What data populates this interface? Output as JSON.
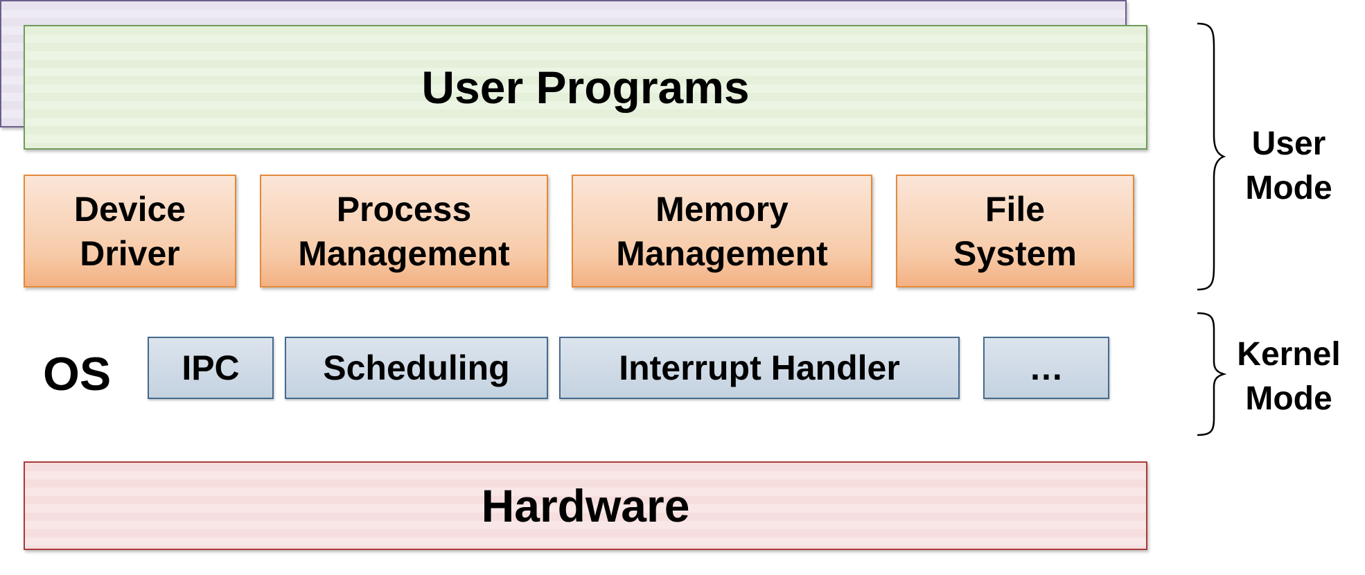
{
  "layers": {
    "user_programs": "User Programs",
    "os": "OS",
    "hardware": "Hardware"
  },
  "modules": {
    "device_driver": "Device\nDriver",
    "process_management": "Process\nManagement",
    "memory_management": "Memory\nManagement",
    "file_system": "File\nSystem"
  },
  "kernel_components": {
    "ipc": "IPC",
    "scheduling": "Scheduling",
    "interrupt_handler": "Interrupt Handler",
    "more": "…"
  },
  "modes": {
    "user_line1": "User",
    "user_line2": "Mode",
    "kernel_line1": "Kernel",
    "kernel_line2": "Mode"
  },
  "colors": {
    "user_programs_fill": "#e4f0da",
    "module_fill": "#f7cba9",
    "os_fill": "#e7e2ee",
    "component_fill": "#c4d2e0",
    "hardware_fill": "#f6dede"
  }
}
